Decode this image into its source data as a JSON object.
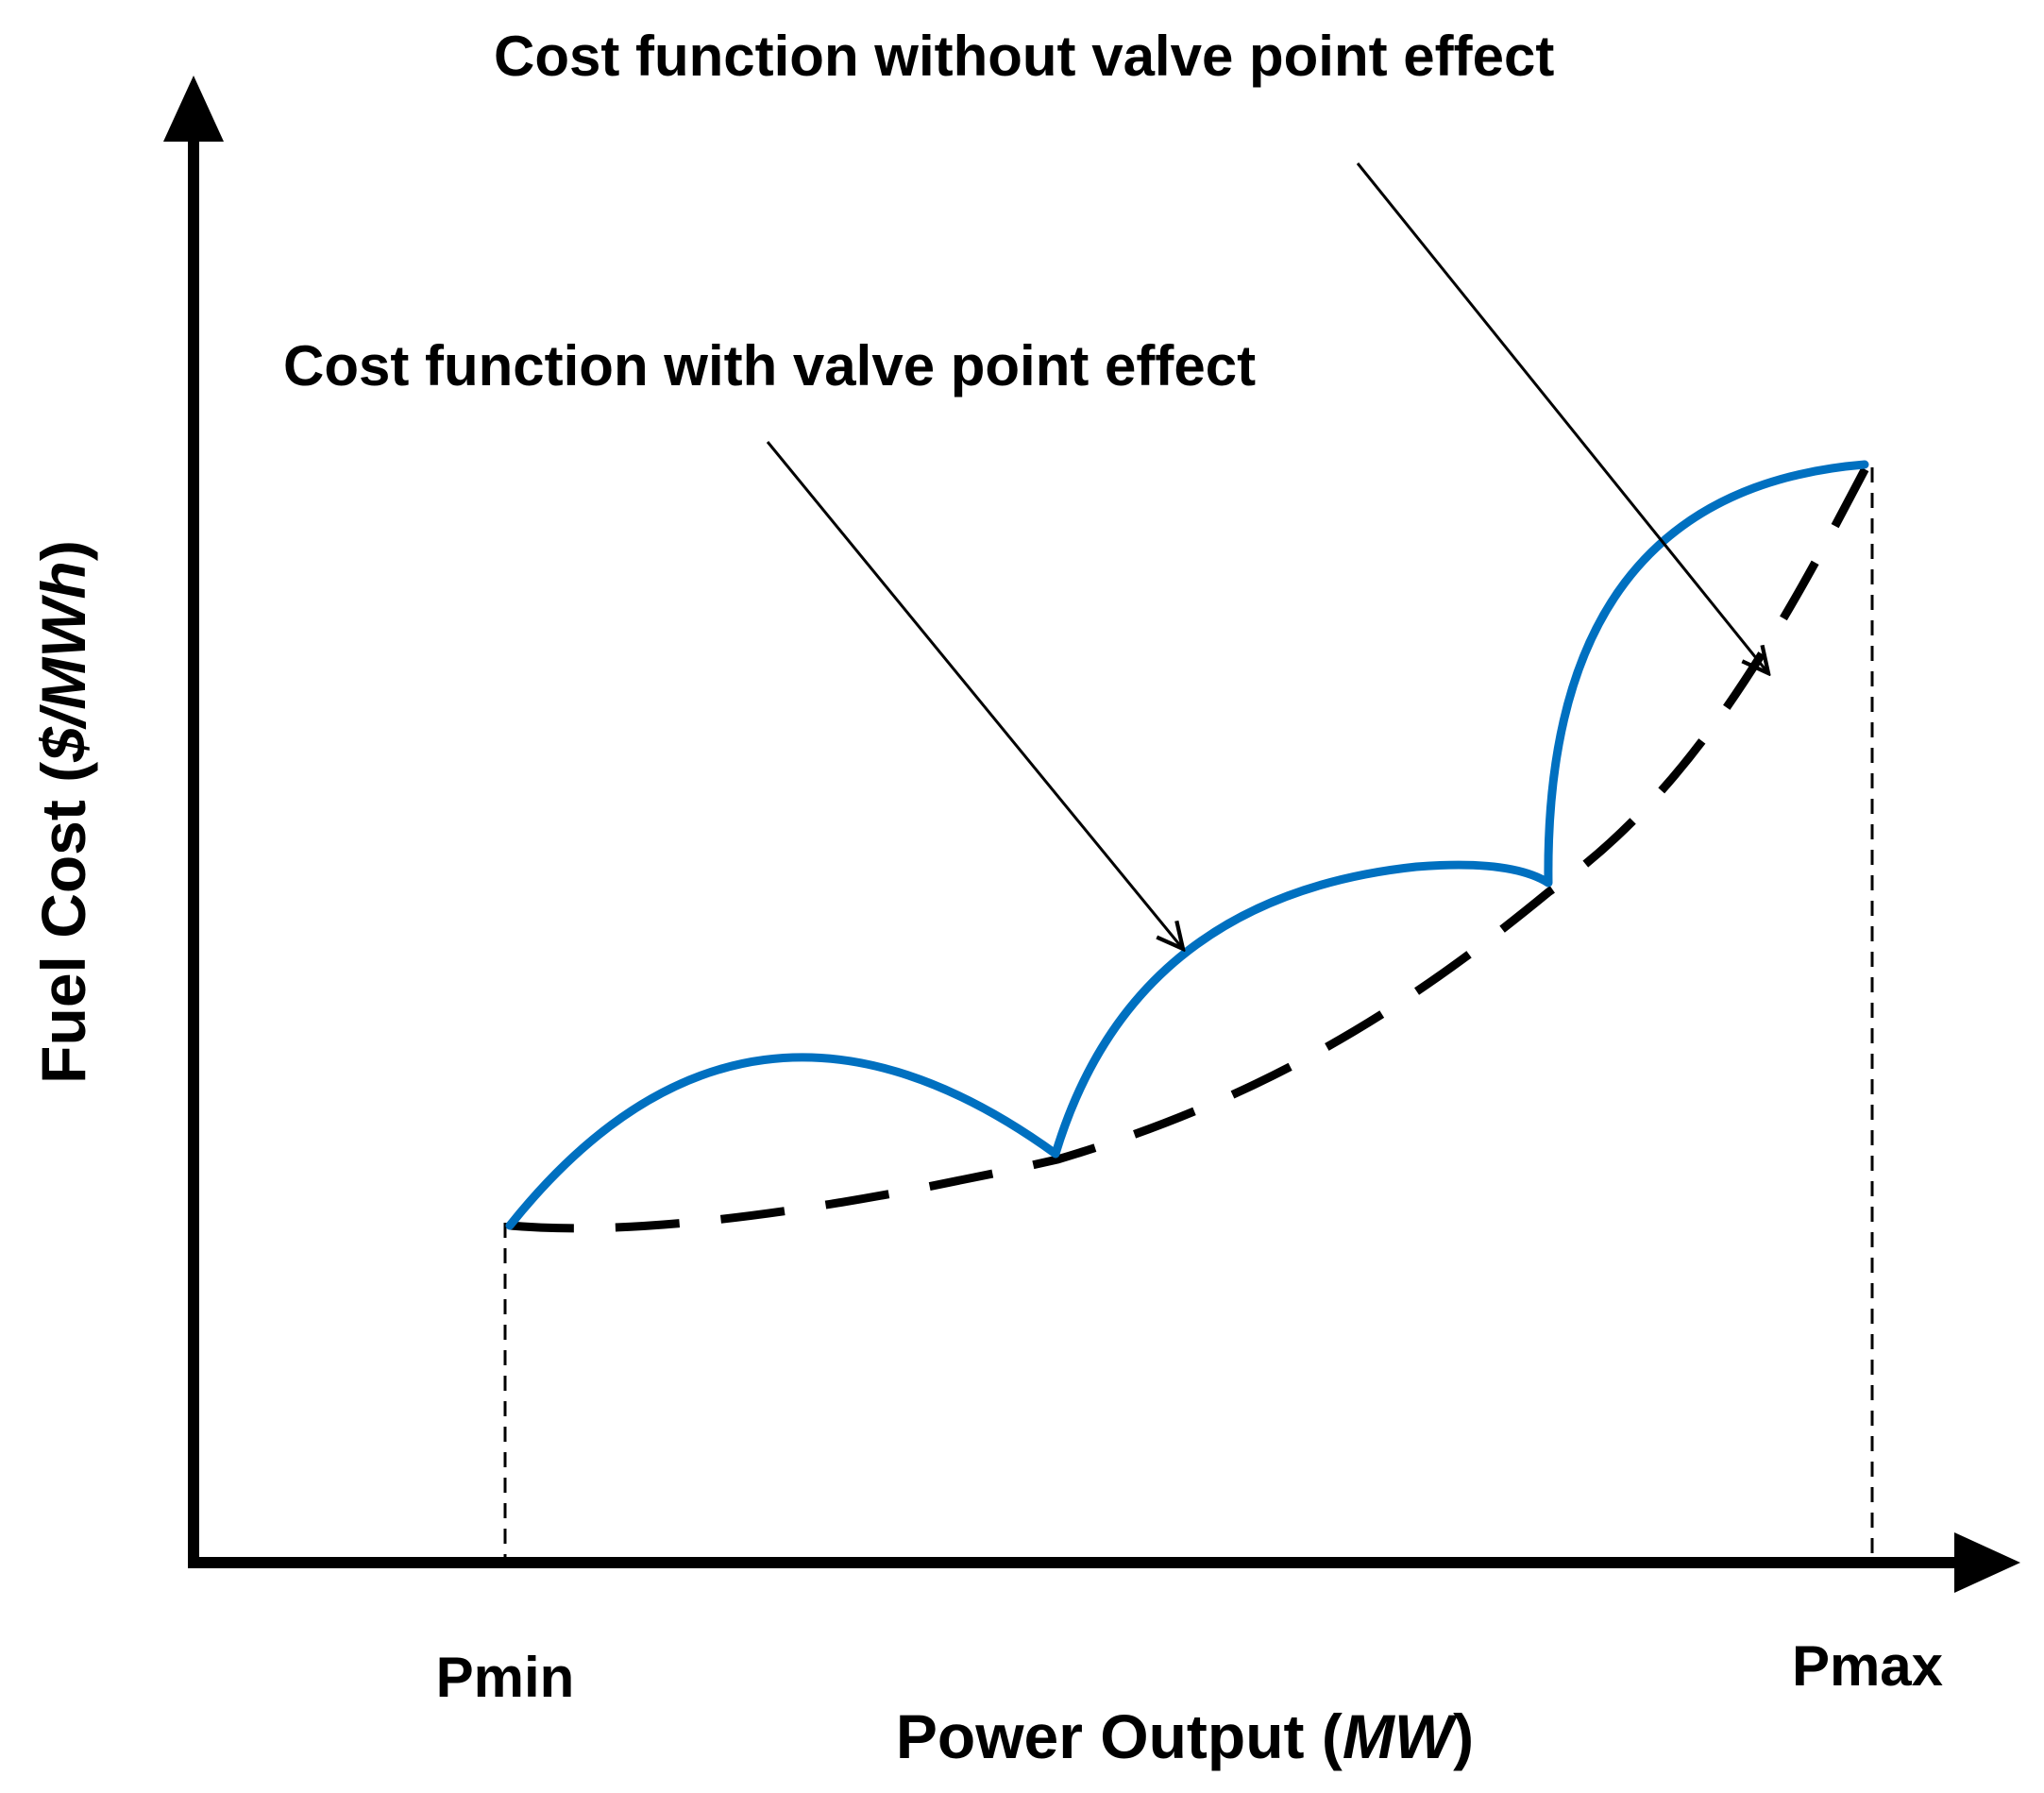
{
  "labels": {
    "y_axis_main": "Fuel Cost (",
    "y_axis_unit": "$/MWh",
    "y_axis_close": ")",
    "x_axis_main": "Power Output (",
    "x_axis_unit": "MW",
    "x_axis_close": ")",
    "pmin": "Pmin",
    "pmax": "Pmax",
    "annotation_with_valve": "Cost function with valve point effect",
    "annotation_without_valve": "Cost function without valve point effect"
  },
  "colors": {
    "axis": "#000000",
    "valve_curve": "#0070C0",
    "smooth_curve": "#000000",
    "guide": "#000000"
  }
}
